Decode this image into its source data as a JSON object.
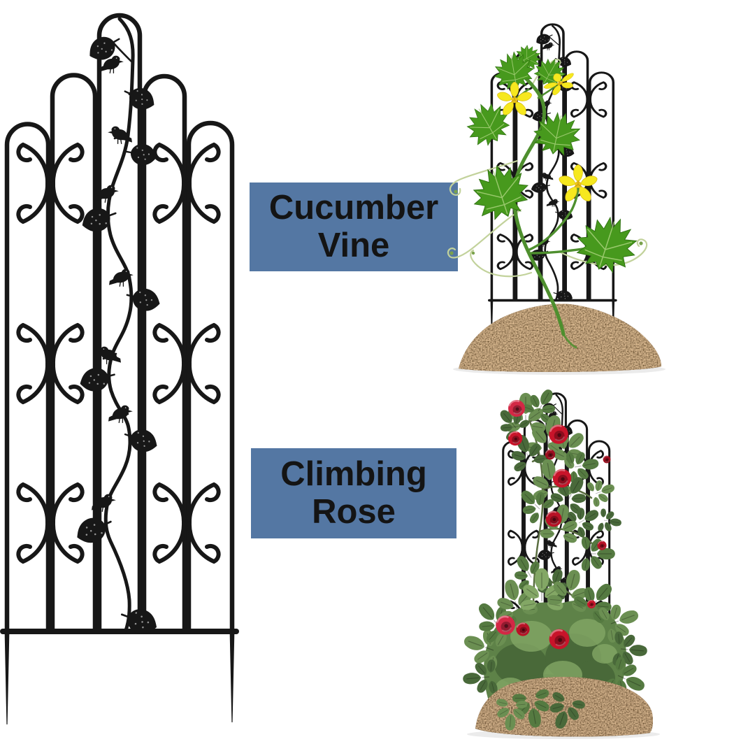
{
  "page": {
    "background_color": "#ffffff",
    "description": "Product image of a decorative bird-and-vine metal garden trellis shown as line art and planted with a cucumber vine and a climbing rose"
  },
  "product_labels": [
    {
      "line1": "Cucumber",
      "line2": "Vine",
      "bg_color": "#5477a3",
      "text_color": "#141414"
    },
    {
      "line1": "Climbing",
      "line2": "Rose",
      "bg_color": "#5477a3",
      "text_color": "#141414"
    }
  ],
  "illustrations": {
    "trellis": {
      "name": "bird-and-vine-metal-garden-trellis",
      "color": "#171717"
    },
    "cucumber_photo": {
      "name": "trellis-with-cucumber-vine",
      "leaf_color": "#47991d",
      "flower_color": "#f6e81f",
      "stem_color": "#4e8f2e",
      "tendril_color": "#c2d29b",
      "soil_color": "#6b4e30"
    },
    "rose_photo": {
      "name": "trellis-with-climbing-rose",
      "rose_colors": [
        "#c8142a",
        "#d32845"
      ],
      "foliage_color": "#5e8248",
      "soil_color": "#5c432b"
    }
  }
}
